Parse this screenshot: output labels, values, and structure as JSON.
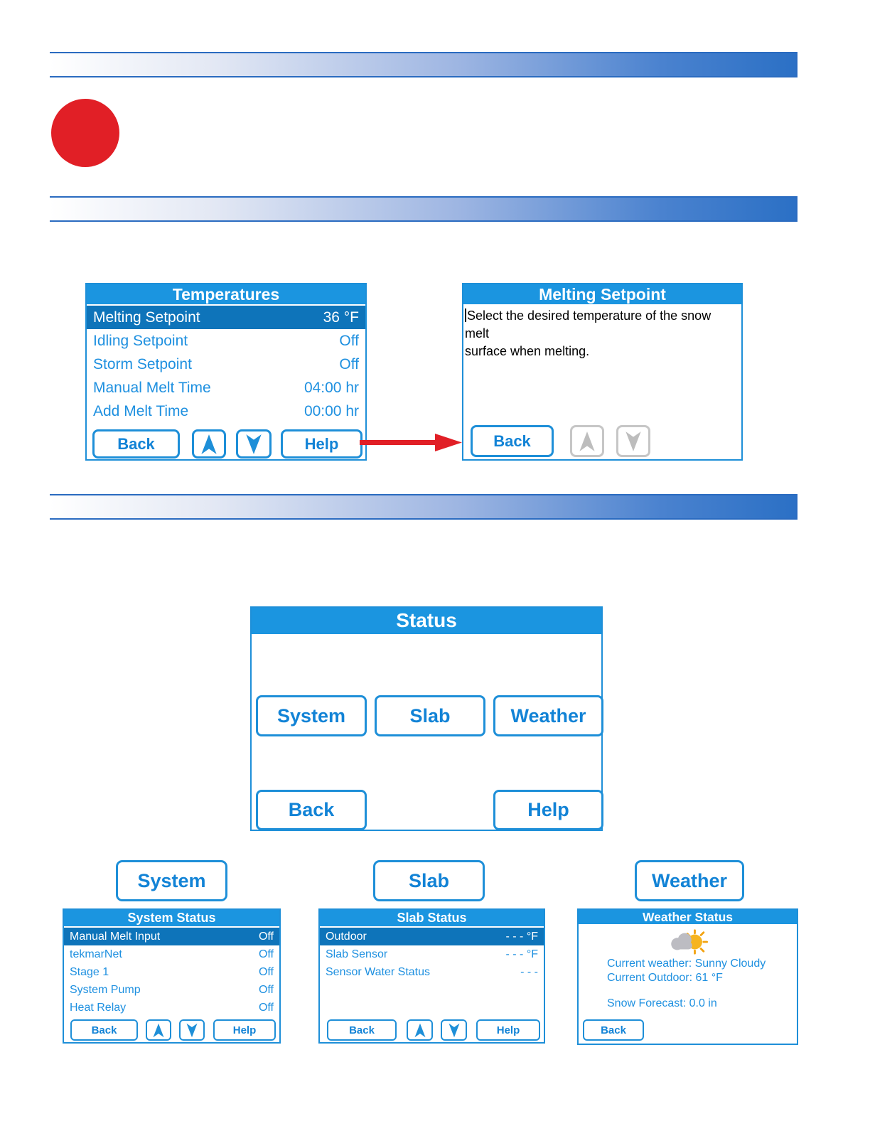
{
  "colors": {
    "accent_blue": "#1b95e0",
    "selected_row_blue": "#0e74ba",
    "text_blue": "#1e90e0",
    "gradient_bar_blue": "#2b70c5",
    "callout_red": "#e11f26",
    "disabled_gray": "#c6c6c6"
  },
  "temperatures_screen": {
    "title": "Temperatures",
    "rows": [
      {
        "label": "Melting Setpoint",
        "value": "36 °F"
      },
      {
        "label": "Idling Setpoint",
        "value": "Off"
      },
      {
        "label": "Storm Setpoint",
        "value": "Off"
      },
      {
        "label": "Manual Melt Time",
        "value": "04:00 hr"
      },
      {
        "label": "Add Melt Time",
        "value": "00:00 hr"
      }
    ],
    "back_label": "Back",
    "help_label": "Help"
  },
  "melting_setpoint_screen": {
    "title": "Melting Setpoint",
    "body_lines": [
      "Select the desired temperature of the snow melt",
      "surface when melting."
    ],
    "back_label": "Back"
  },
  "status_screen": {
    "title": "Status",
    "system_label": "System",
    "slab_label": "Slab",
    "weather_label": "Weather",
    "back_label": "Back",
    "help_label": "Help"
  },
  "system_section": {
    "button_label": "System",
    "screen": {
      "title": "System Status",
      "rows": [
        {
          "label": "Manual Melt Input",
          "value": "Off"
        },
        {
          "label": "tekmarNet",
          "value": "Off"
        },
        {
          "label": "Stage 1",
          "value": "Off"
        },
        {
          "label": "System Pump",
          "value": "Off"
        },
        {
          "label": "Heat Relay",
          "value": "Off"
        }
      ],
      "back_label": "Back",
      "help_label": "Help"
    }
  },
  "slab_section": {
    "button_label": "Slab",
    "screen": {
      "title": "Slab Status",
      "rows": [
        {
          "label": "Outdoor",
          "value": "- - - °F"
        },
        {
          "label": "Slab Sensor",
          "value": "- - - °F"
        },
        {
          "label": "Sensor Water Status",
          "value": "- - -"
        }
      ],
      "back_label": "Back",
      "help_label": "Help"
    }
  },
  "weather_section": {
    "button_label": "Weather",
    "screen": {
      "title": "Weather Status",
      "line1": "Current weather: Sunny Cloudy",
      "line2": "Current Outdoor: 61 °F",
      "line3": "Snow Forecast: 0.0 in",
      "back_label": "Back"
    }
  }
}
